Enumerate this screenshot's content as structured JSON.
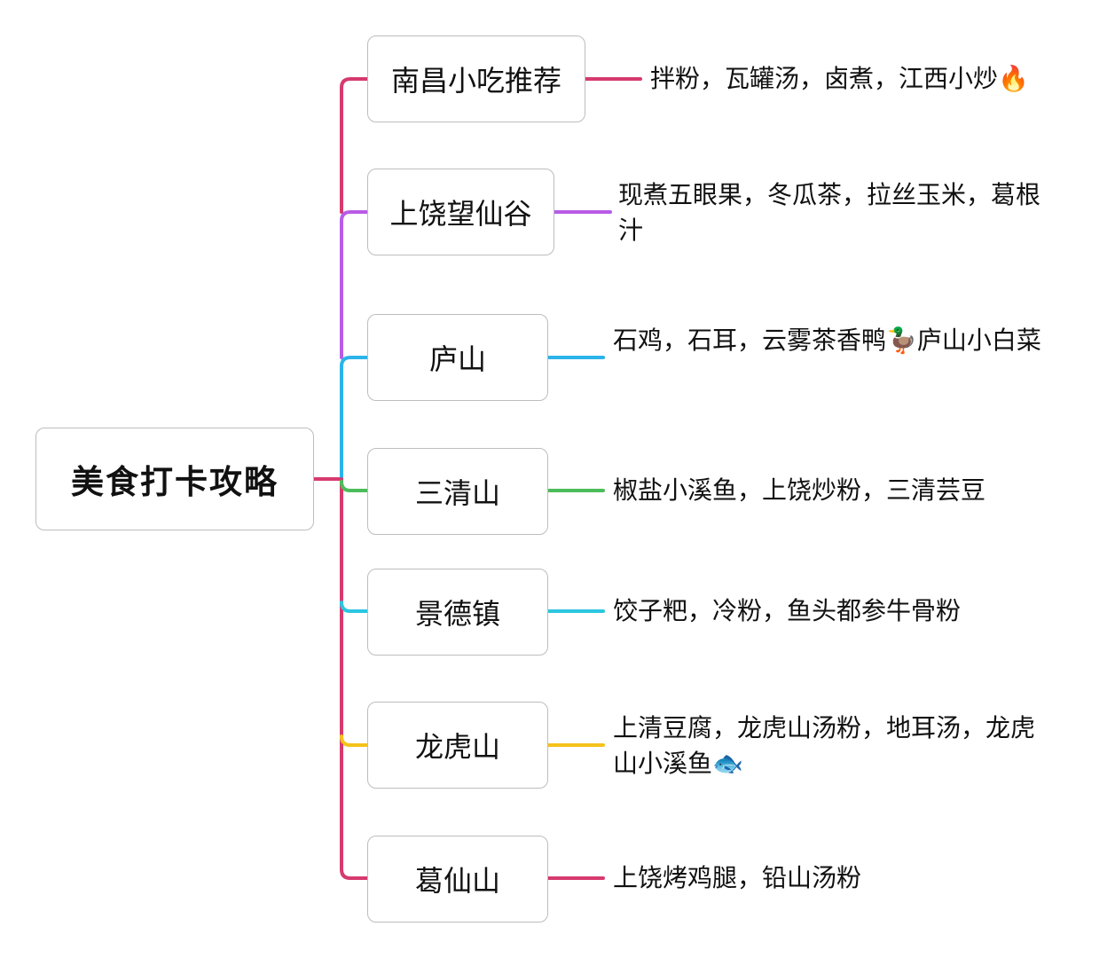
{
  "root": {
    "label": "美食打卡攻略",
    "color": "#d63a6e"
  },
  "branches": [
    {
      "label": "南昌小吃推荐",
      "color": "#d63a6e",
      "detail": "拌粉，瓦罐汤，卤煮，江西小炒🔥",
      "emoji": "fire-icon"
    },
    {
      "label": "上饶望仙谷",
      "color": "#b85ce6",
      "detail": "现煮五眼果，冬瓜茶，拉丝玉米，葛根汁",
      "emoji": ""
    },
    {
      "label": "庐山",
      "color": "#2bb3ea",
      "detail": "石鸡，石耳，云雾茶香鸭🦆庐山小白菜",
      "emoji": "duck-icon"
    },
    {
      "label": "三清山",
      "color": "#4cbc5a",
      "detail": "椒盐小溪鱼，上饶炒粉，三清芸豆",
      "emoji": ""
    },
    {
      "label": "景德镇",
      "color": "#2cc6e0",
      "detail": "饺子粑，冷粉，鱼头都参牛骨粉",
      "emoji": ""
    },
    {
      "label": "龙虎山",
      "color": "#f5c21b",
      "detail": "上清豆腐，龙虎山汤粉，地耳汤，龙虎山小溪鱼🐟",
      "emoji": "fish-icon"
    },
    {
      "label": "葛仙山",
      "color": "#d63a6e",
      "detail": "上饶烤鸡腿，铅山汤粉",
      "emoji": ""
    }
  ]
}
